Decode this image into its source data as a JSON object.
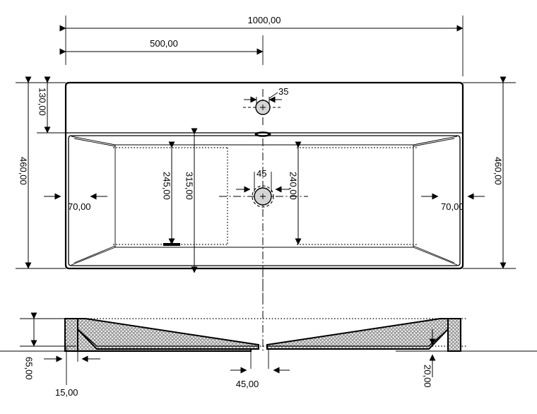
{
  "drawing": {
    "title": "Washbasin technical drawing",
    "units": "mm",
    "decimal_separator": ",",
    "colors": {
      "line": "#000000",
      "background": "#ffffff",
      "hole_fill": "#d4d4d4",
      "section_hatch": "#b0b0b0"
    }
  },
  "plan_view": {
    "name": "top-plan-view",
    "dimensions": {
      "overall_width": "1000,00",
      "half_width": "500,00",
      "overall_depth_left": "460,00",
      "overall_depth_right": "460,00",
      "rim_back_depth": "130,00",
      "rim_side_left": "70,00",
      "rim_side_right": "70,00",
      "basin_inner_depth_left": "245,00",
      "basin_outer_depth": "315,00",
      "basin_inner_depth_right": "240,00",
      "tap_hole_diameter": "35",
      "drain_hole_diameter": "45"
    },
    "features": [
      {
        "name": "tap-hole",
        "label": "35"
      },
      {
        "name": "overflow-slot",
        "label": ""
      },
      {
        "name": "drain-hole",
        "label": "45"
      }
    ]
  },
  "section_view": {
    "name": "front-section-view",
    "dimensions": {
      "rim_height": "65,00",
      "rim_thickness": "15,00",
      "drain_gap": "45,00",
      "basin_drop": "20,00"
    }
  },
  "labels": {
    "w1000": "1000,00",
    "w500": "500,00",
    "d460_left": "460,00",
    "d460_right": "460,00",
    "d130": "130,00",
    "d70_left": "70,00",
    "d70_right": "70,00",
    "d245": "245,00",
    "d315": "315,00",
    "d240": "240,00",
    "d35": "35",
    "d45": "45",
    "h65": "65,00",
    "t15": "15,00",
    "g45": "45,00",
    "h20": "20,00"
  }
}
